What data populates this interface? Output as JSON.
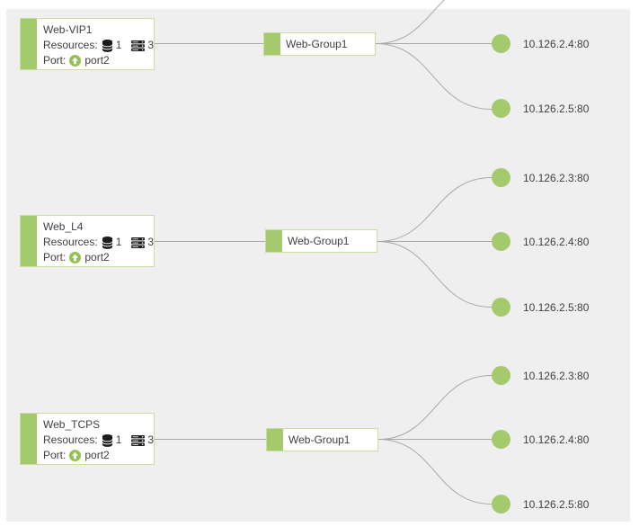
{
  "colors": {
    "accent_green": "#a5c96d",
    "node_border_green": "#c9dfa2",
    "connector_gray": "#a9a9a9",
    "canvas_bg": "#efefef",
    "text": "#3f3f3f"
  },
  "icons": {
    "database": "database-icon",
    "server": "server-stack-icon",
    "port": "arrow-up-circle-icon"
  },
  "rows": [
    {
      "listener": {
        "name": "Web-VIP1",
        "resources_label": "Resources:",
        "database_count": "1",
        "server_count": "3",
        "port_label": "Port:",
        "port_name": "port2"
      },
      "group": {
        "name": "Web-Group1"
      },
      "members": [
        {
          "ip": "10.126.2.4:80"
        },
        {
          "ip": "10.126.2.5:80"
        }
      ]
    },
    {
      "listener": {
        "name": "Web_L4",
        "resources_label": "Resources:",
        "database_count": "1",
        "server_count": "3",
        "port_label": "Port:",
        "port_name": "port2"
      },
      "group": {
        "name": "Web-Group1"
      },
      "members": [
        {
          "ip": "10.126.2.3:80"
        },
        {
          "ip": "10.126.2.4:80"
        },
        {
          "ip": "10.126.2.5:80"
        }
      ]
    },
    {
      "listener": {
        "name": "Web_TCPS",
        "resources_label": "Resources:",
        "database_count": "1",
        "server_count": "3",
        "port_label": "Port:",
        "port_name": "port2"
      },
      "group": {
        "name": "Web-Group1"
      },
      "members": [
        {
          "ip": "10.126.2.3:80"
        },
        {
          "ip": "10.126.2.4:80"
        },
        {
          "ip": "10.126.2.5:80"
        }
      ]
    }
  ]
}
